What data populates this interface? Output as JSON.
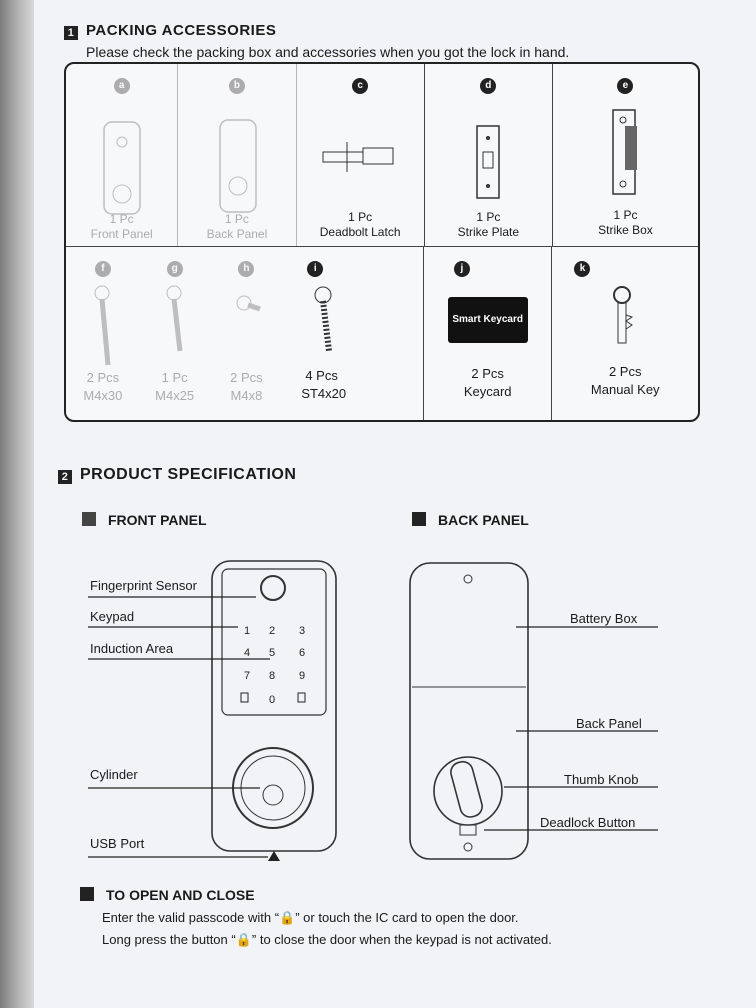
{
  "section1": {
    "number": "1",
    "title": "PACKING ACCESSORIES",
    "subtitle": "Please check the packing box and accessories when you got the lock in hand."
  },
  "accessories_row1": [
    {
      "badge": "a",
      "qty": "1 Pc",
      "name": "Front Panel"
    },
    {
      "badge": "b",
      "qty": "1 Pc",
      "name": "Back Panel"
    },
    {
      "badge": "c",
      "qty": "1 Pc",
      "name": "Deadbolt Latch"
    },
    {
      "badge": "d",
      "qty": "1 Pc",
      "name": "Strike Plate"
    },
    {
      "badge": "e",
      "qty": "1 Pc",
      "name": "Strike Box"
    }
  ],
  "accessories_row2": [
    {
      "badge": "f",
      "qty": "2 Pcs",
      "name": "M4x30"
    },
    {
      "badge": "g",
      "qty": "1 Pc",
      "name": "M4x25"
    },
    {
      "badge": "h",
      "qty": "2 Pcs",
      "name": "M4x8"
    },
    {
      "badge": "i",
      "qty": "4 Pcs",
      "name": "ST4x20"
    },
    {
      "badge": "j",
      "qty": "2 Pcs",
      "name": "Keycard",
      "card_text": "Smart Keycard"
    },
    {
      "badge": "k",
      "qty": "2 Pcs",
      "name": "Manual Key"
    }
  ],
  "section2": {
    "number": "2",
    "title": "PRODUCT SPECIFICATION"
  },
  "front_panel": {
    "title": "FRONT PANEL",
    "labels": [
      "Fingerprint Sensor",
      "Keypad",
      "Induction Area",
      "Cylinder",
      "USB Port"
    ],
    "keys": [
      "1",
      "2",
      "3",
      "4",
      "5",
      "6",
      "7",
      "8",
      "9",
      "0"
    ]
  },
  "back_panel": {
    "title": "BACK PANEL",
    "labels": [
      "Battery Box",
      "Back Panel",
      "Thumb Knob",
      "Deadlock Button"
    ]
  },
  "open_close": {
    "title": "TO OPEN AND CLOSE",
    "line1": "Enter the valid passcode with “🔒” or touch the IC card to open the door.",
    "line2": "Long press the button “🔒” to close the door when the keypad is not activated."
  },
  "colors": {
    "ink": "#1a1a1a",
    "paper": "#f2f3f6",
    "card": "#111111"
  }
}
